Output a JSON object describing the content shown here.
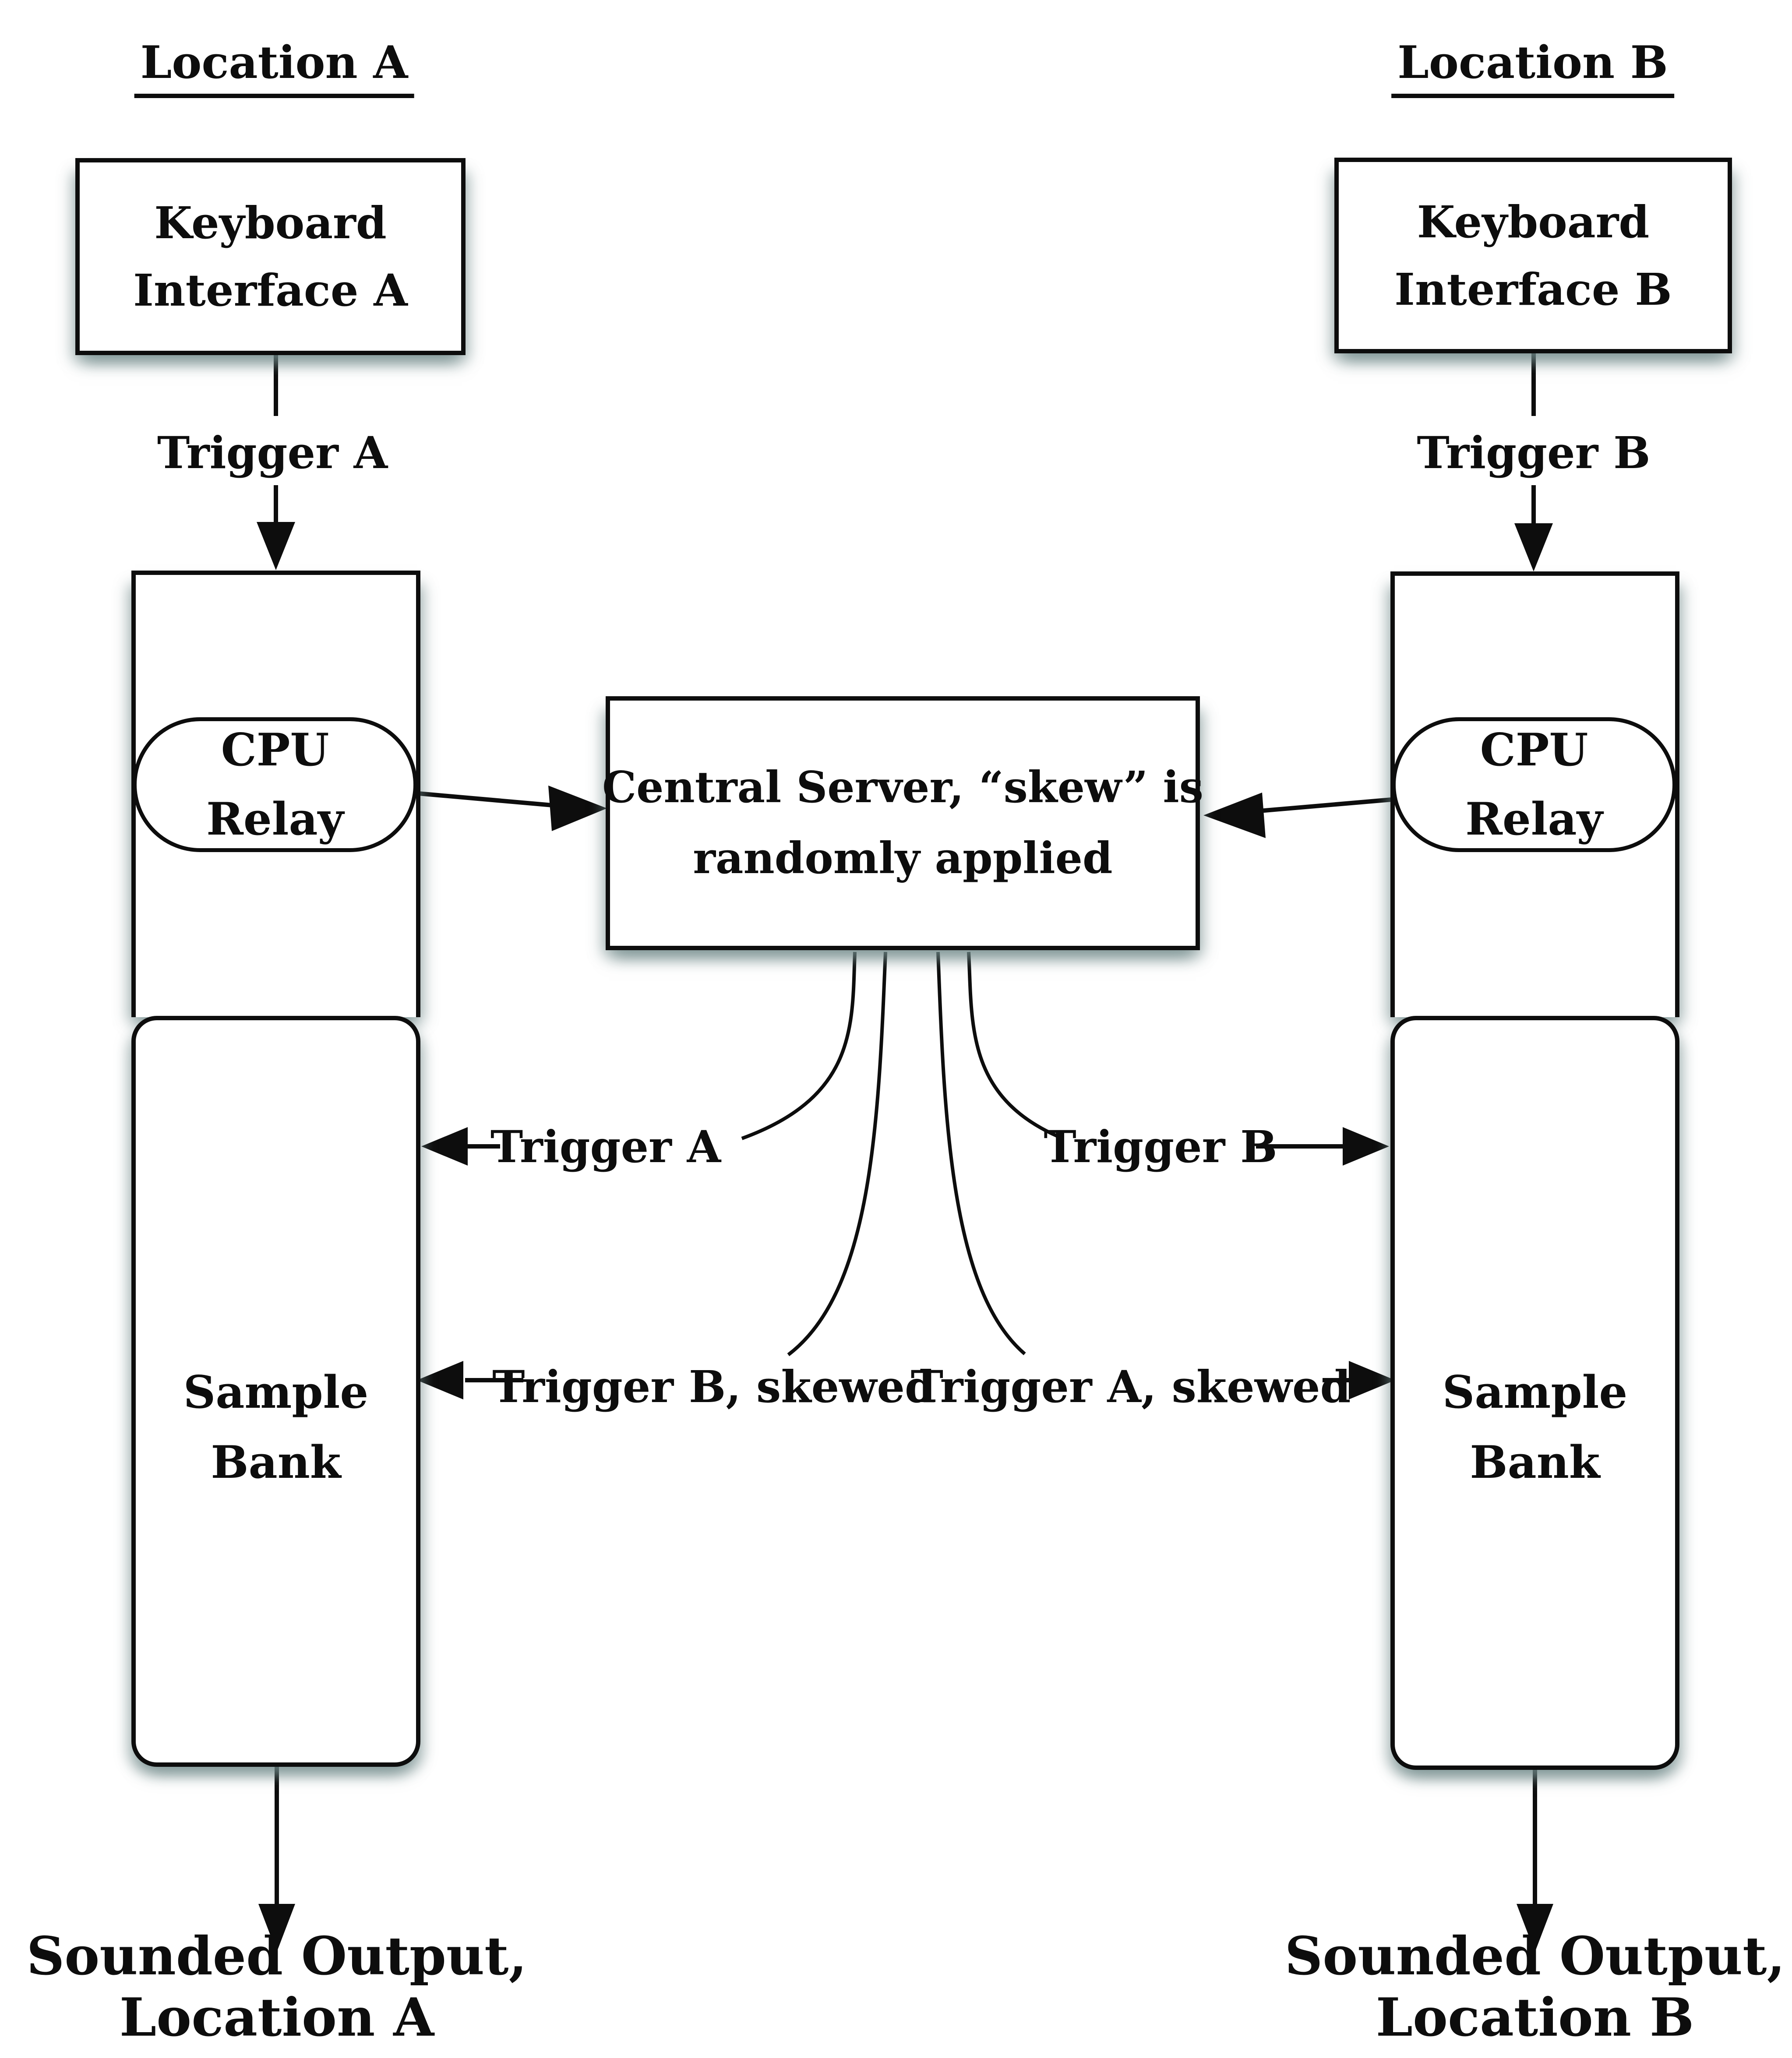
{
  "figure": {
    "columns": {
      "a": {
        "title": "Location A",
        "keyboard_line1": "Keyboard",
        "keyboard_line2": "Interface A",
        "trigger_label": "Trigger A",
        "cpu_line1": "CPU",
        "cpu_line2": "Relay",
        "bank_line1": "Sample",
        "bank_line2": "Bank",
        "output_line1": "Sounded Output,",
        "output_line2": "Location A"
      },
      "b": {
        "title": "Location B",
        "keyboard_line1": "Keyboard",
        "keyboard_line2": "Interface B",
        "trigger_label": "Trigger B",
        "cpu_line1": "CPU",
        "cpu_line2": "Relay",
        "bank_line1": "Sample",
        "bank_line2": "Bank",
        "output_line1": "Sounded Output,",
        "output_line2": "Location B"
      }
    },
    "server": {
      "line1": "Central Server, “skew” is",
      "line2": "randomly applied"
    },
    "routed_signals": {
      "to_bank_a_direct": "Trigger A",
      "to_bank_b_direct": "Trigger B",
      "to_bank_a_skewed": "Trigger B, skewed",
      "to_bank_b_skewed": "Trigger A, skewed"
    },
    "colors": {
      "ink": "#0d0d0d",
      "background": "#ffffff",
      "shadow": "#7f9898"
    }
  }
}
